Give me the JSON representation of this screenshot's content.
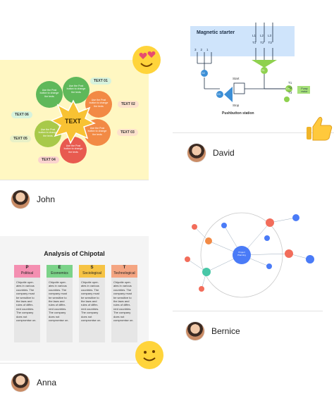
{
  "mind_map": {
    "center": "TEXT",
    "petal_text": "Use the Post button to change the texts",
    "labels": [
      "TEXT 01",
      "TEXT 02",
      "TEXT 03",
      "TEXT 04",
      "TEXT 05",
      "TEXT 06"
    ],
    "colors": {
      "center": "#f8c233",
      "green": "#5fb85a",
      "orange": "#f28a45",
      "lime": "#a8c94a",
      "red": "#e85a4f",
      "bg": "#fff7c2"
    }
  },
  "magnetic_starter": {
    "title": "Magnetic starter",
    "terminals_top": [
      "3",
      "2",
      "1"
    ],
    "lines": [
      "L1",
      "L2",
      "L3"
    ],
    "t_labels": [
      "T1",
      "T2",
      "T3"
    ],
    "right_terms": [
      "T1",
      "T2",
      "T3"
    ],
    "start": "Start",
    "stop": "Stop",
    "pushbutton": "Pushbutton station",
    "pump": "Pump motor",
    "nodes": [
      "G1",
      "G2",
      "G3",
      "G4"
    ]
  },
  "analysis": {
    "title": "Analysis of Chipotal",
    "columns": [
      {
        "letter": "P",
        "name": "Political",
        "color": "#f48fb1"
      },
      {
        "letter": "E",
        "name": "Economics",
        "color": "#7bd389"
      },
      {
        "letter": "S",
        "name": "Sociological",
        "color": "#f6c344"
      },
      {
        "letter": "T",
        "name": "Technological",
        "color": "#f4a582"
      }
    ],
    "body": "Chipotle oper-ates in various countries. The company must be sensitive to the laws and rules of differ-rent countries. The company does not compromise on."
  },
  "network": {
    "center": "Project Planning"
  },
  "users": {
    "john": "John",
    "david": "David",
    "bernice": "Bernice",
    "anna": "Anna"
  }
}
